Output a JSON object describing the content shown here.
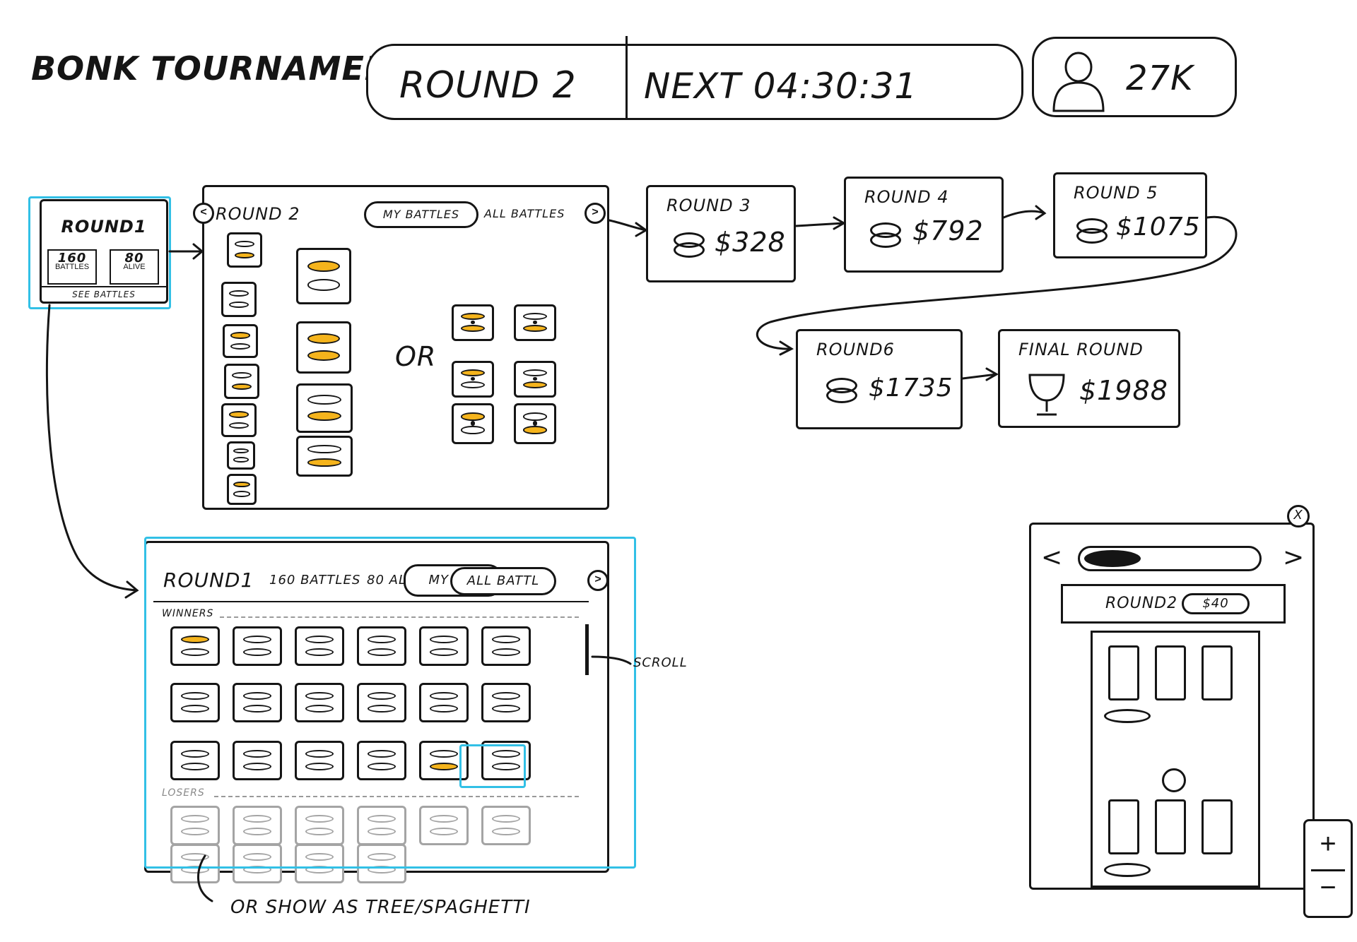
{
  "header": {
    "title": "BONK TOURNAMENT",
    "current_round": "ROUND 2",
    "next_countdown": "NEXT 04:30:31",
    "players": "27K"
  },
  "round1_card": {
    "title": "ROUND1",
    "battles_value": "160",
    "battles_label": "BATTLES",
    "alive_value": "80",
    "alive_label": "ALIVE",
    "see_battles": "SEE BATTLES"
  },
  "round2_panel": {
    "title": "ROUND 2",
    "tab_my": "MY BATTLES",
    "tab_all": "ALL BATTLES",
    "nav_prev": "<",
    "nav_next": ">",
    "or": "OR"
  },
  "rounds": [
    {
      "label": "ROUND 3",
      "prize": "$328"
    },
    {
      "label": "ROUND 4",
      "prize": "$792"
    },
    {
      "label": "ROUND 5",
      "prize": "$1075"
    },
    {
      "label": "ROUND6",
      "prize": "$1735"
    },
    {
      "label": "FINAL ROUND",
      "prize": "$1988"
    }
  ],
  "round1_expanded": {
    "title": "ROUND1",
    "battles": "160 BATTLES",
    "alive": "80 AL",
    "tab_my": "MY BA.",
    "tab_all": "ALL BATTL",
    "nav_next": ">",
    "winners_label": "WINNERS",
    "losers_label": "LOSERS",
    "scroll_note": "SCROLL"
  },
  "tree_note": "OR SHOW AS TREE/SPAGHETTI",
  "mobile": {
    "prev": "<",
    "next": ">",
    "round_label": "ROUND2",
    "round_prize": "$40",
    "close": "X",
    "zoom_in": "+",
    "zoom_out": "−"
  },
  "colors": {
    "ink": "#151515",
    "highlight_yellow": "#f5b41c",
    "annotation_blue": "#32c0e6",
    "losers_gray": "#a4a4a4"
  }
}
